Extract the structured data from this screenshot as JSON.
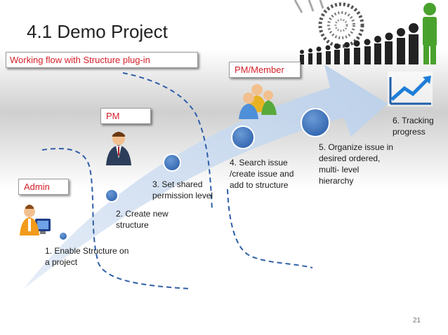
{
  "title": "4.1 Demo Project",
  "labels": {
    "flow": "Working flow with Structure plug-in",
    "pm_member": "PM/Member",
    "pm": "PM",
    "admin": "Admin"
  },
  "steps": [
    "1. Enable Structure on\na project",
    "2. Create new\nstructure",
    "3. Set shared\npermission level",
    "4. Search issue\n/create issue and\nadd to structure",
    "5. Organize issue in\ndesired ordered,\nmulti- level\nhierarchy",
    "6. Tracking\nprogress"
  ],
  "page_number": "21",
  "colors": {
    "label_text": "#d4202a",
    "arrow": "#c6d8ee",
    "node": "#4a7cc4",
    "dashed_line": "#2e5fa6"
  },
  "icons": [
    "admin-computer-icon",
    "pm-businessman-icon",
    "team-members-icon",
    "tracking-chart-icon",
    "growing-people-icon",
    "spiral-crowd-icon"
  ]
}
